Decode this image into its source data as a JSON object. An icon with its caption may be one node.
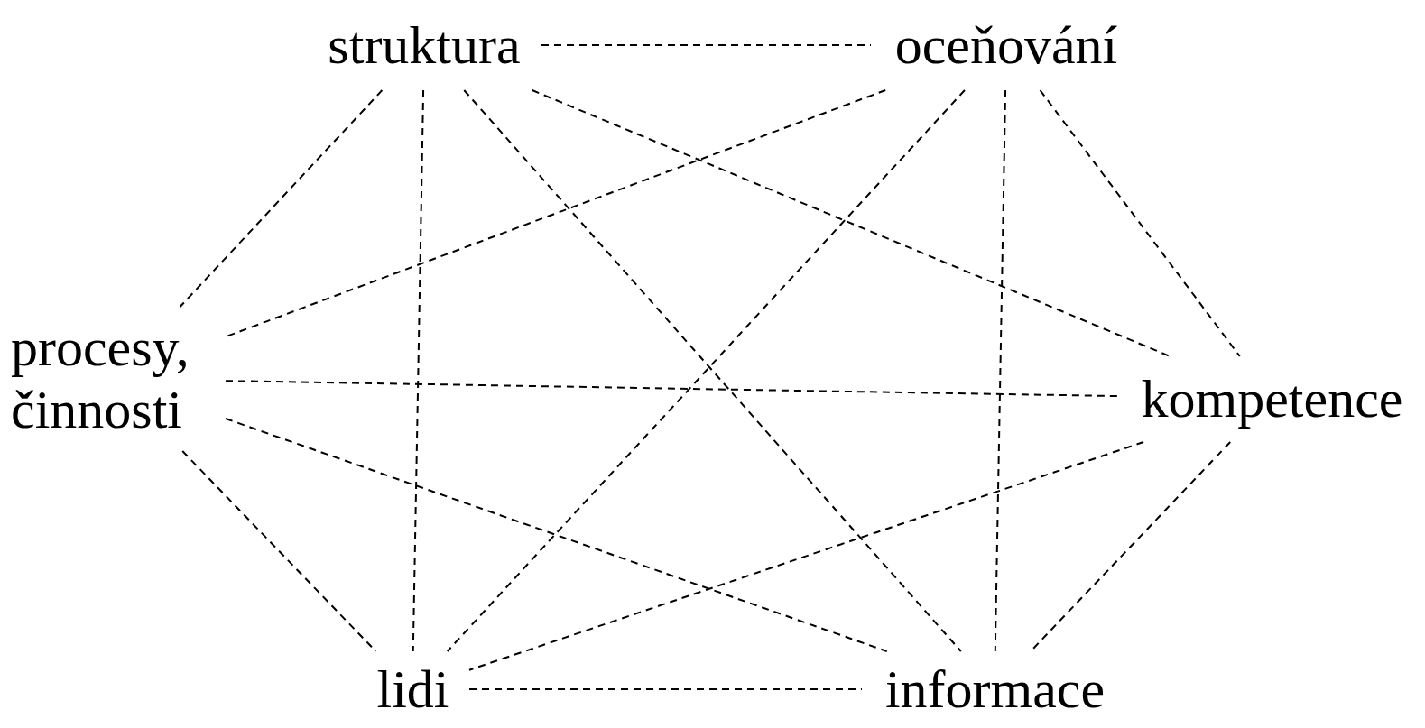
{
  "diagram": {
    "nodes": [
      {
        "text": [
          "struktura"
        ]
      },
      {
        "text": [
          "oceňování"
        ]
      },
      {
        "text": [
          "procesy, činnosti"
        ]
      },
      {
        "text": [
          "kompetence"
        ]
      },
      {
        "text": [
          "lidi"
        ]
      },
      {
        "text": [
          "informace"
        ]
      }
    ],
    "edges": [
      {
        "from": 0,
        "to": 1,
        "arrow": "none",
        "style": "dashed"
      },
      {
        "from": 0,
        "to": 2,
        "arrow": "none",
        "style": "dashed"
      },
      {
        "from": 0,
        "to": 4,
        "arrow": "none",
        "style": "dashed"
      },
      {
        "from": 0,
        "to": 5,
        "arrow": "none",
        "style": "dashed"
      },
      {
        "from": 0,
        "to": 3,
        "arrow": "none",
        "style": "dashed"
      },
      {
        "from": 1,
        "to": 2,
        "arrow": "none",
        "style": "dashed"
      },
      {
        "from": 1,
        "to": 4,
        "arrow": "none",
        "style": "dashed"
      },
      {
        "from": 1,
        "to": 5,
        "arrow": "none",
        "style": "dashed"
      },
      {
        "from": 1,
        "to": 3,
        "arrow": "none",
        "style": "dashed"
      },
      {
        "from": 2,
        "to": 3,
        "arrow": "none",
        "style": "dashed"
      },
      {
        "from": 2,
        "to": 5,
        "arrow": "none",
        "style": "dashed"
      },
      {
        "from": 2,
        "to": 4,
        "arrow": "none",
        "style": "dashed"
      },
      {
        "from": 3,
        "to": 4,
        "arrow": "none",
        "style": "dashed"
      },
      {
        "from": 3,
        "to": 5,
        "arrow": "none",
        "style": "dashed"
      },
      {
        "from": 4,
        "to": 5,
        "arrow": "none",
        "style": "dashed"
      }
    ]
  }
}
